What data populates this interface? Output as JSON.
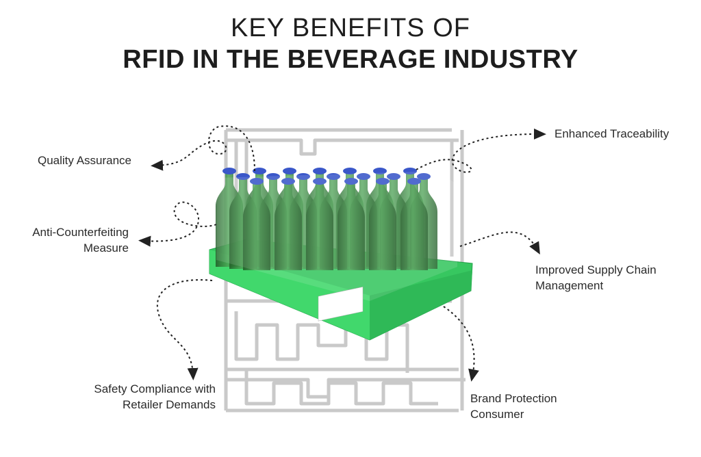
{
  "title": {
    "line1": "KEY BENEFITS OF",
    "line2": "RFID IN THE BEVERAGE INDUSTRY"
  },
  "benefits": {
    "quality": "Quality Assurance",
    "anti_counterfeit": [
      "Anti-Counterfeiting",
      "Measure"
    ],
    "safety": [
      "Safety Compliance with",
      "Retailer Demands"
    ],
    "traceability": "Enhanced Traceability",
    "supply_chain": [
      "Improved Supply Chain",
      "Management"
    ],
    "brand": [
      "Brand Protection",
      "Consumer"
    ]
  },
  "colors": {
    "tray": "#3fd36b",
    "bottle": "#2f7a38",
    "cap": "#3a57c9",
    "antenna": "#c9c9c9"
  },
  "icons": {
    "product": "bottle-tray-illustration",
    "background": "rfid-antenna-pattern"
  }
}
